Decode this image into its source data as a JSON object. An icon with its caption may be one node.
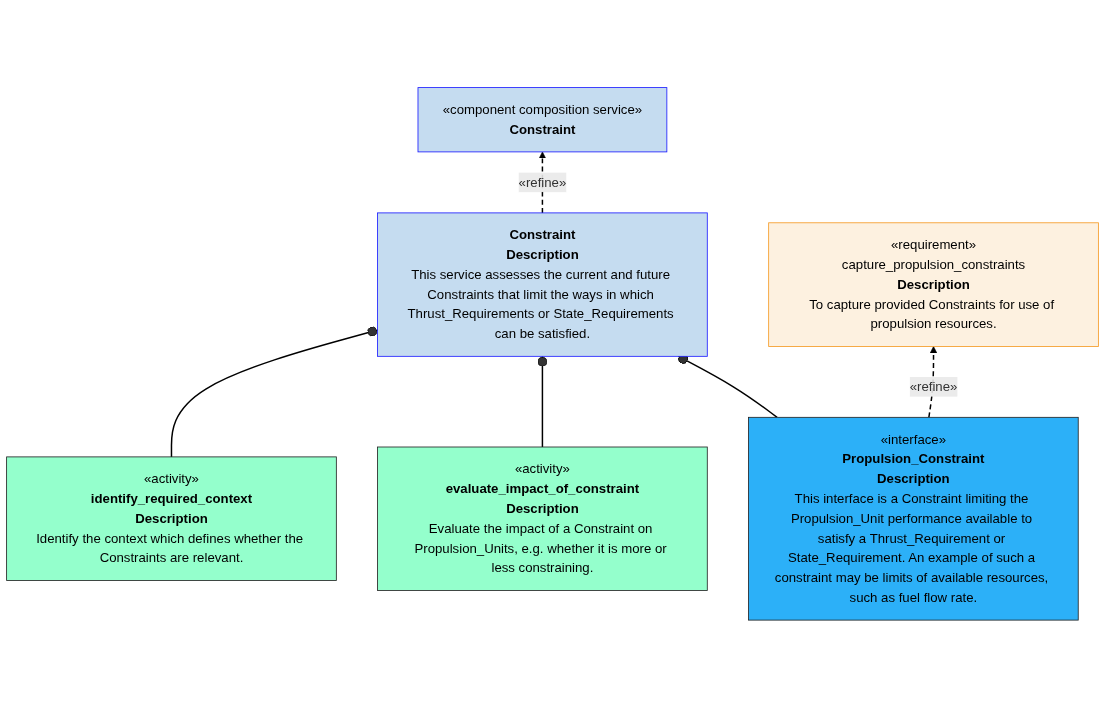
{
  "diagram": {
    "nodes": [
      {
        "text": [
          "«component composition service»",
          "Constraint"
        ]
      },
      {
        "text": [
          "Constraint",
          "Description",
          "This service assesses the current and future Constraints that limit the ways in which Thrust_Requirements or State_Requirements can be satisfied."
        ]
      },
      {
        "text": [
          "«activity»",
          "identify_required_context",
          "Description",
          "Identify the context which defines whether the Constraints are relevant."
        ]
      },
      {
        "text": [
          "«activity»",
          "evaluate_impact_of_constraint",
          "Description",
          "Evaluate the impact of a Constraint on Propulsion_Units, e.g. whether it is more or less constraining."
        ]
      },
      {
        "text": [
          "«interface»",
          "Propulsion_Constraint",
          "Description",
          "This interface is a Constraint limiting the Propulsion_Unit performance available to satisfy a Thrust_Requirement or State_Requirement. An example of such a constraint may be limits of available resources, such as fuel flow rate."
        ]
      },
      {
        "text": [
          "«requirement»",
          "capture_propulsion_constraints",
          "Description",
          "To capture provided Constraints for use of propulsion resources."
        ]
      }
    ],
    "edges": [
      {
        "from": 1,
        "to": 0,
        "arrow": "to",
        "style": "dashed",
        "label": "«refine»"
      },
      {
        "from": 2,
        "to": 1,
        "arrow": "other"
      },
      {
        "from": 3,
        "to": 1,
        "arrow": "other"
      },
      {
        "from": 4,
        "to": 1,
        "arrow": "other"
      },
      {
        "from": 4,
        "to": 5,
        "arrow": "to",
        "style": "dashed",
        "label": "«refine»"
      }
    ]
  }
}
